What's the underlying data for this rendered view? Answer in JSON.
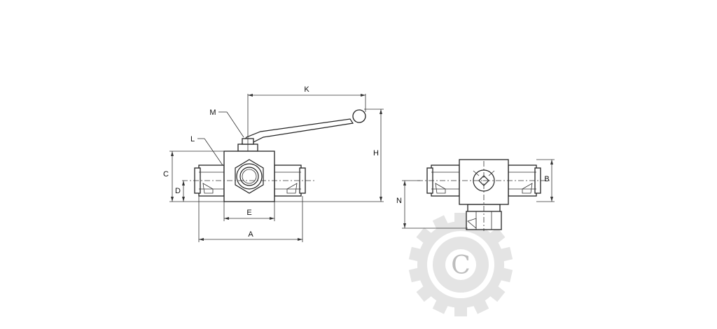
{
  "diagram": {
    "subject": "3-way ball valve technical drawing",
    "dimension_labels": {
      "a": "A",
      "b": "B",
      "c": "C",
      "d": "D",
      "e": "E",
      "h": "H",
      "k": "K",
      "l": "L",
      "m": "M",
      "n": "N"
    },
    "watermark": {
      "letter": "C",
      "color": "#e4e4e4"
    }
  }
}
